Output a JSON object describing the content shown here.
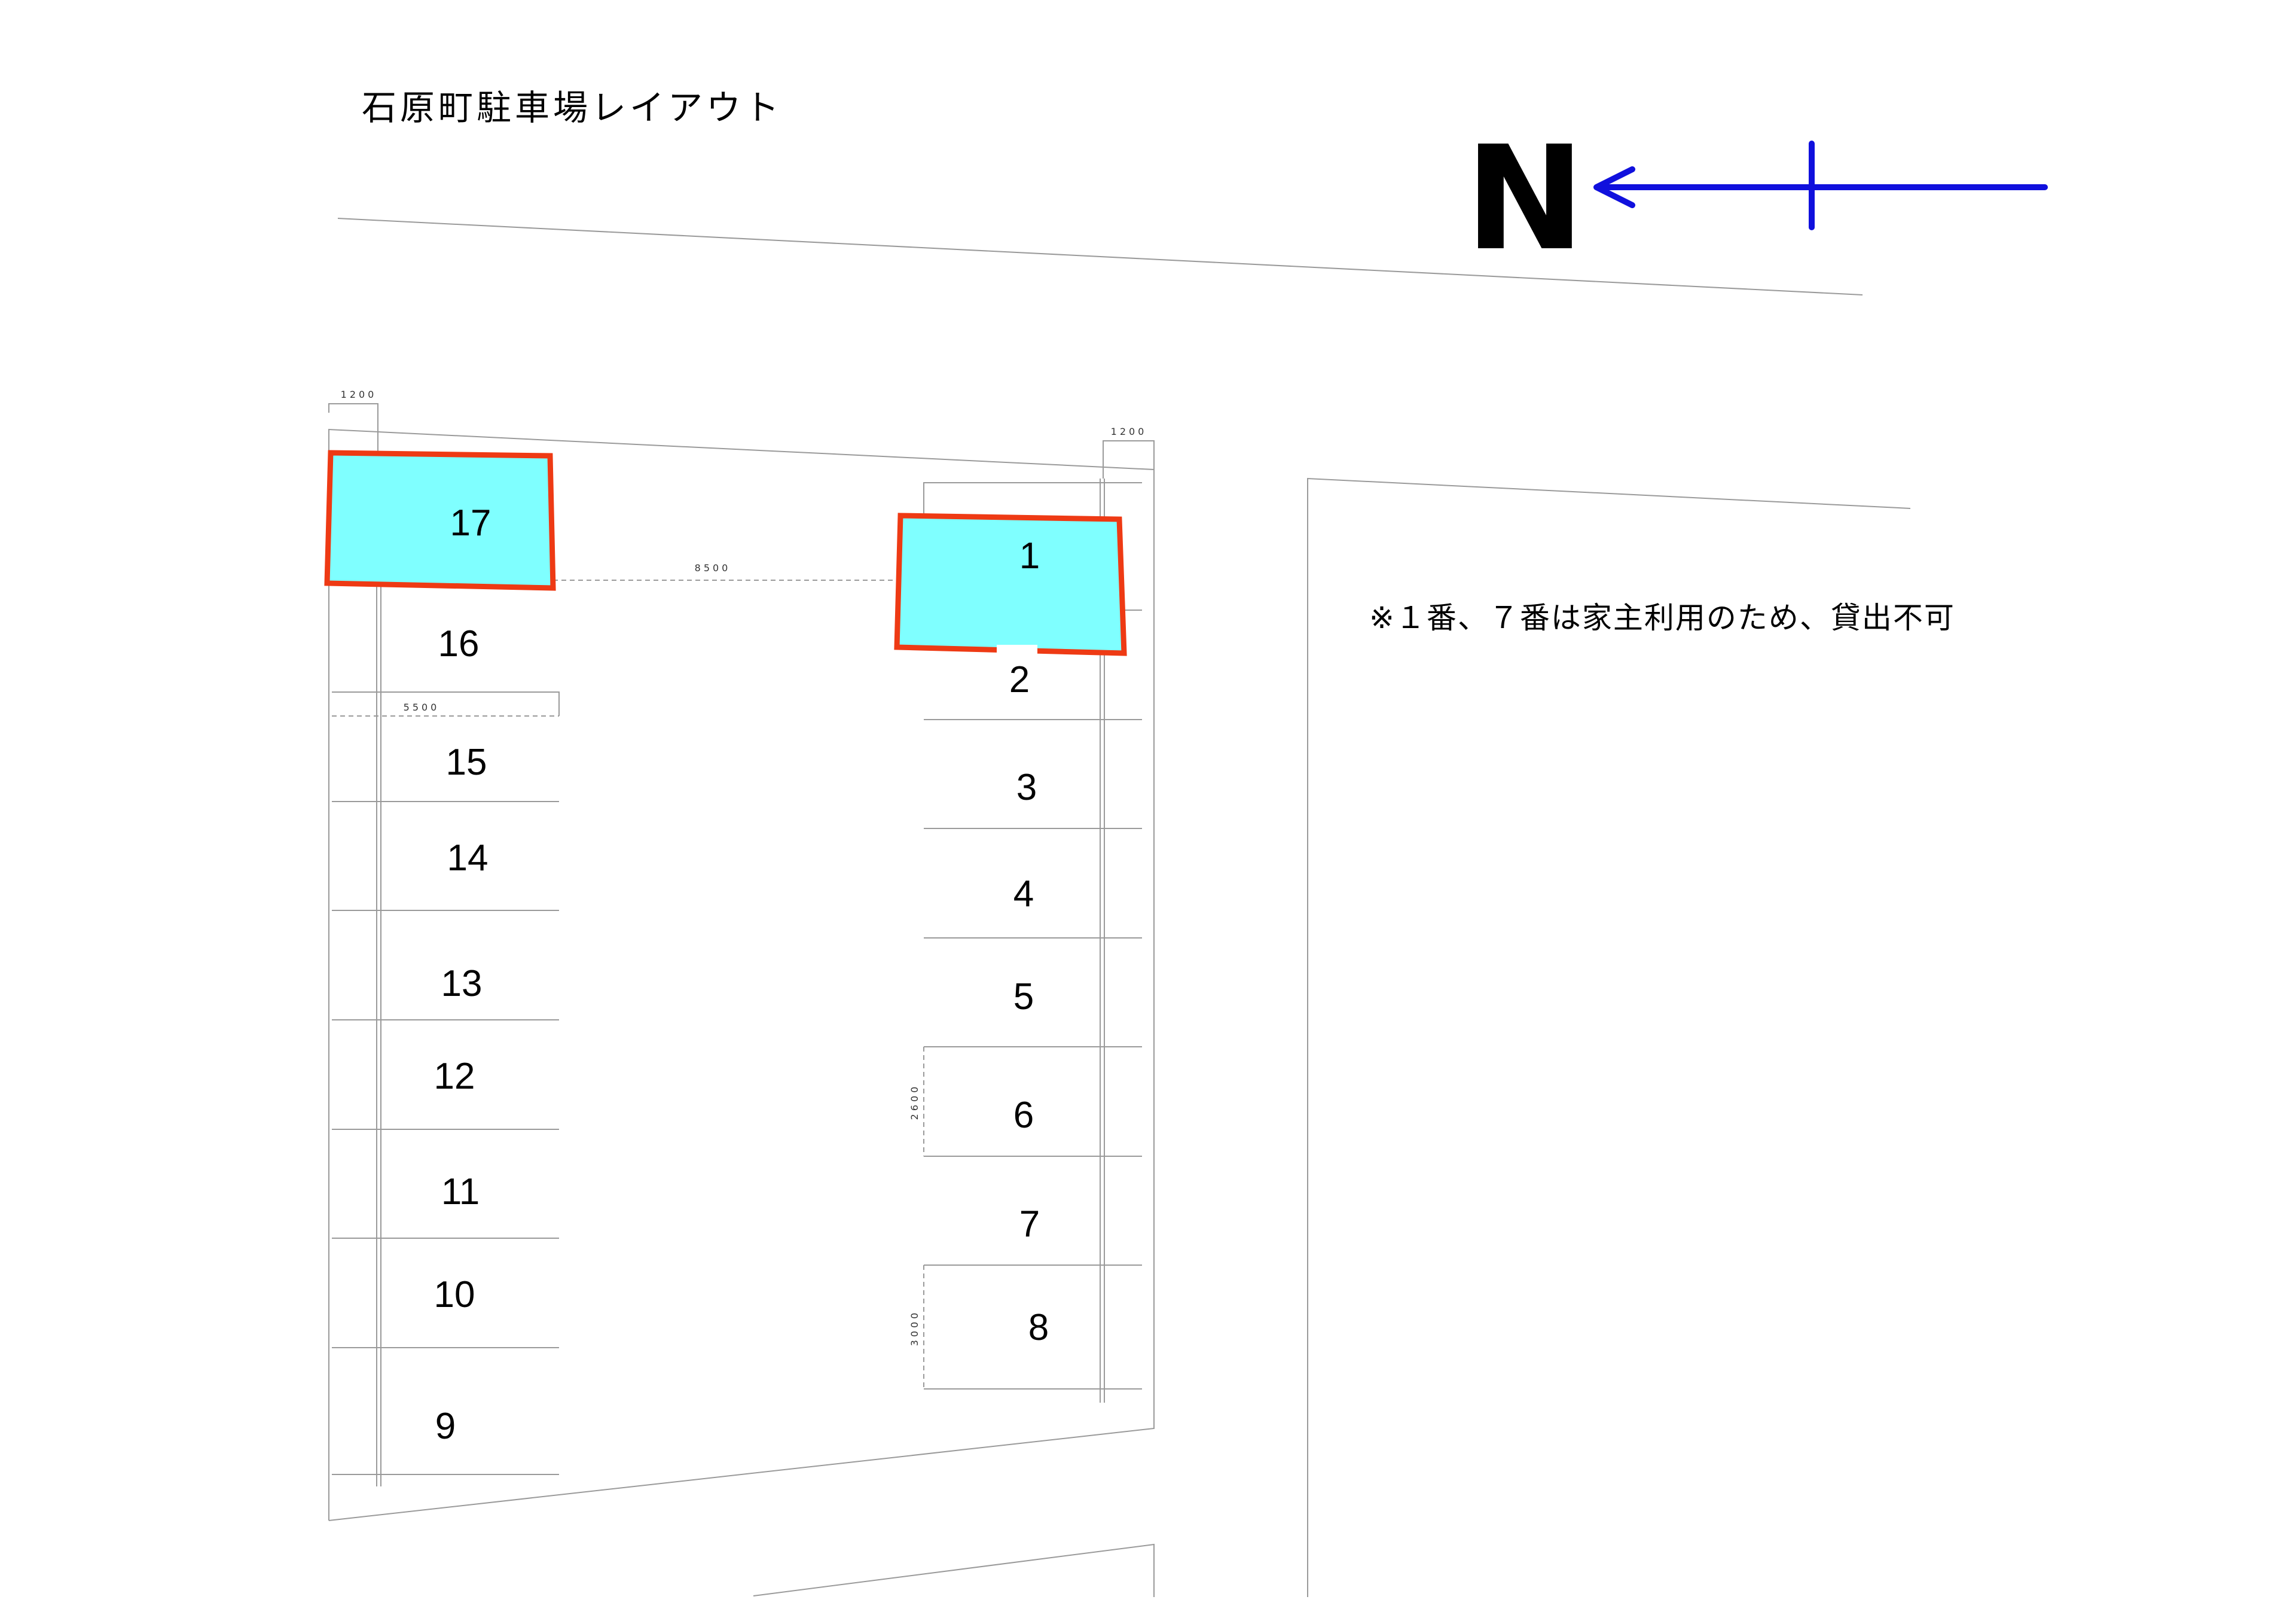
{
  "title": "石原町駐車場レイアウト",
  "north": {
    "label": "N"
  },
  "note": "※１番、７番は家主利用のため、貸出不可",
  "reserved_spaces": [
    "1",
    "7"
  ],
  "dimensions": {
    "width_left": "1200",
    "width_right": "1200",
    "aisle": "8500",
    "depth": "5500",
    "stall_width": "2600",
    "stall_width_wide": "3000"
  },
  "spaces": {
    "s1": "1",
    "s2": "2",
    "s3": "3",
    "s4": "4",
    "s5": "5",
    "s6": "6",
    "s7": "7",
    "s8": "8",
    "s9": "9",
    "s10": "10",
    "s11": "11",
    "s12": "12",
    "s13": "13",
    "s14": "14",
    "s15": "15",
    "s16": "16",
    "s17": "17"
  },
  "colors": {
    "reserved_fill": "#7fffff",
    "reserved_border": "#ee3a14",
    "north_arrow": "#1010dd"
  }
}
